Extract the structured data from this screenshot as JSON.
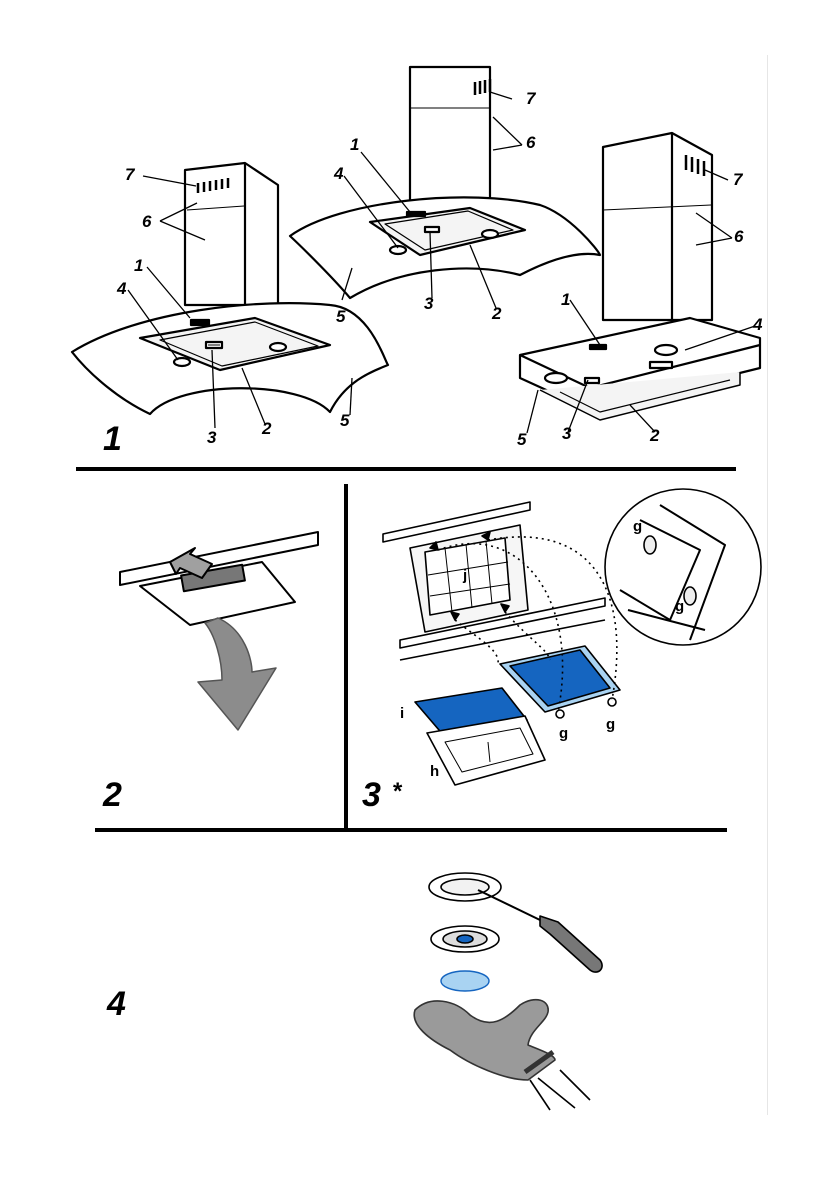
{
  "figures": {
    "fig1": {
      "number": "1",
      "callouts": [
        "1",
        "2",
        "3",
        "4",
        "5",
        "6",
        "7"
      ]
    },
    "fig2": {
      "number": "2"
    },
    "fig3": {
      "number": "3",
      "asterisk": "*",
      "letters": {
        "g": "g",
        "h": "h",
        "i": "i",
        "j": "j"
      }
    },
    "fig4": {
      "number": "4"
    }
  },
  "colors": {
    "line": "#000000",
    "filter_blue": "#1565c0",
    "filter_light_blue": "#a9d3f2",
    "arrow_grey": "#8c8c8c",
    "glove_grey": "#9a9a9a"
  },
  "icons": [
    "screwdriver-icon",
    "glove-hand-icon",
    "down-arrow-icon",
    "press-arrow-icon"
  ]
}
